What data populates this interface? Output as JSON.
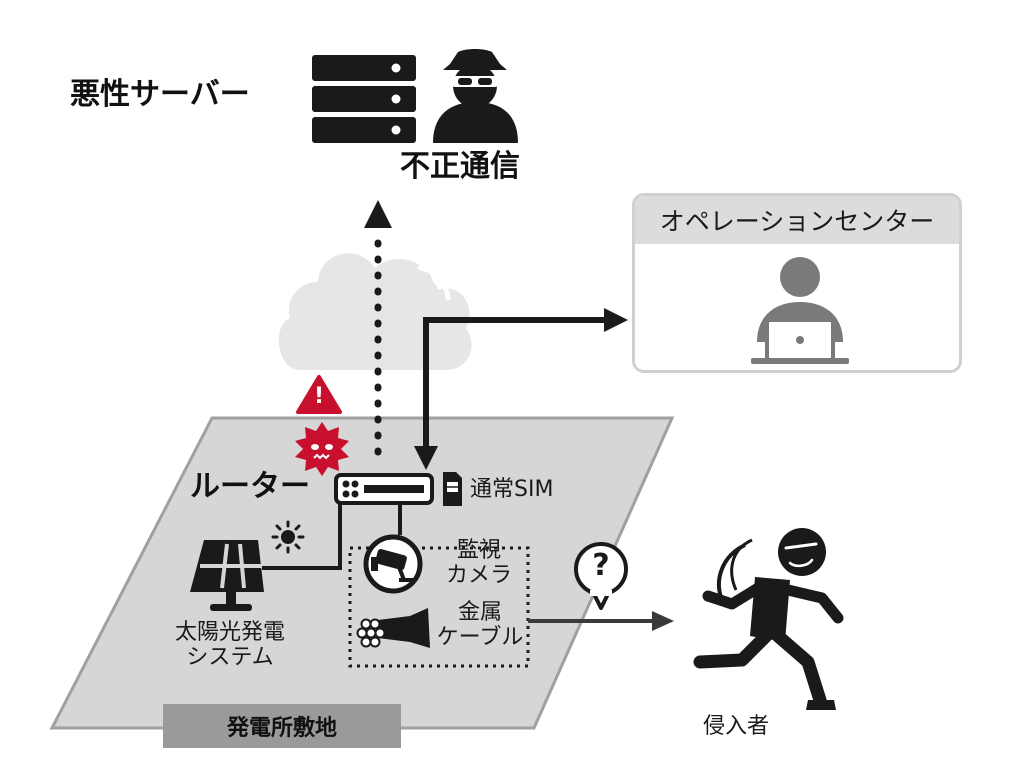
{
  "labels": {
    "malicious_server": "悪性サーバー",
    "unauthorized_comm": "不正通信",
    "operation_center": "オペレーションセンター",
    "router": "ルーター",
    "normal_sim": "通常SIM",
    "camera_line1": "監視",
    "camera_line2": "カメラ",
    "cable_line1": "金属",
    "cable_line2": "ケーブル",
    "solar_line1": "太陽光発電",
    "solar_line2": "システム",
    "site": "発電所敷地",
    "intruder": "侵入者",
    "question_mark": "?",
    "warning_mark": "!"
  },
  "icons": {
    "server": "server-rack-icon",
    "hacker": "hacker-icon",
    "cloud": "cloud-icon",
    "operator": "operator-laptop-icon",
    "warning": "warning-triangle-icon",
    "virus": "virus-icon",
    "router": "router-icon",
    "sim": "sim-card-icon",
    "sun": "sun-icon",
    "solar_panel": "solar-panel-icon",
    "camera": "security-camera-icon",
    "cable": "metal-cable-icon",
    "question": "question-bubble-icon",
    "intruder": "running-thief-icon"
  },
  "colors": {
    "alert_red": "#c8102e",
    "site_gray": "#d6d6d6",
    "icon_black": "#1a1a1a",
    "cloud_gray": "#e6e6e6",
    "operator_gray": "#7a7a7a"
  }
}
